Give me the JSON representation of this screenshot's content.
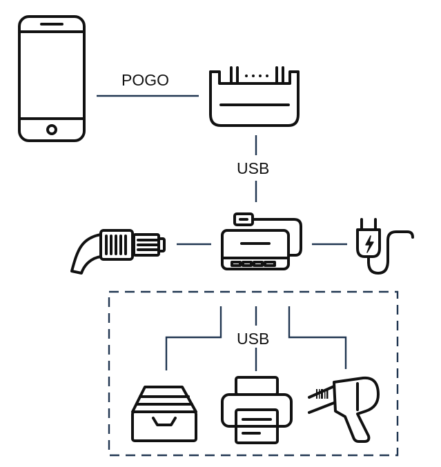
{
  "labels": {
    "pogo": "POGO",
    "usb_top": "USB",
    "usb_bottom": "USB"
  },
  "colors": {
    "line": "#1f3550",
    "icon": "#111111",
    "background": "#ffffff"
  },
  "icons": {
    "phone": "smartphone-icon",
    "dock": "pogo-dock-icon",
    "hub": "usb-hub-icon",
    "ethernet": "ethernet-cable-icon",
    "power": "power-plug-icon",
    "drawer": "cash-drawer-icon",
    "printer": "printer-icon",
    "scanner": "barcode-scanner-icon"
  }
}
